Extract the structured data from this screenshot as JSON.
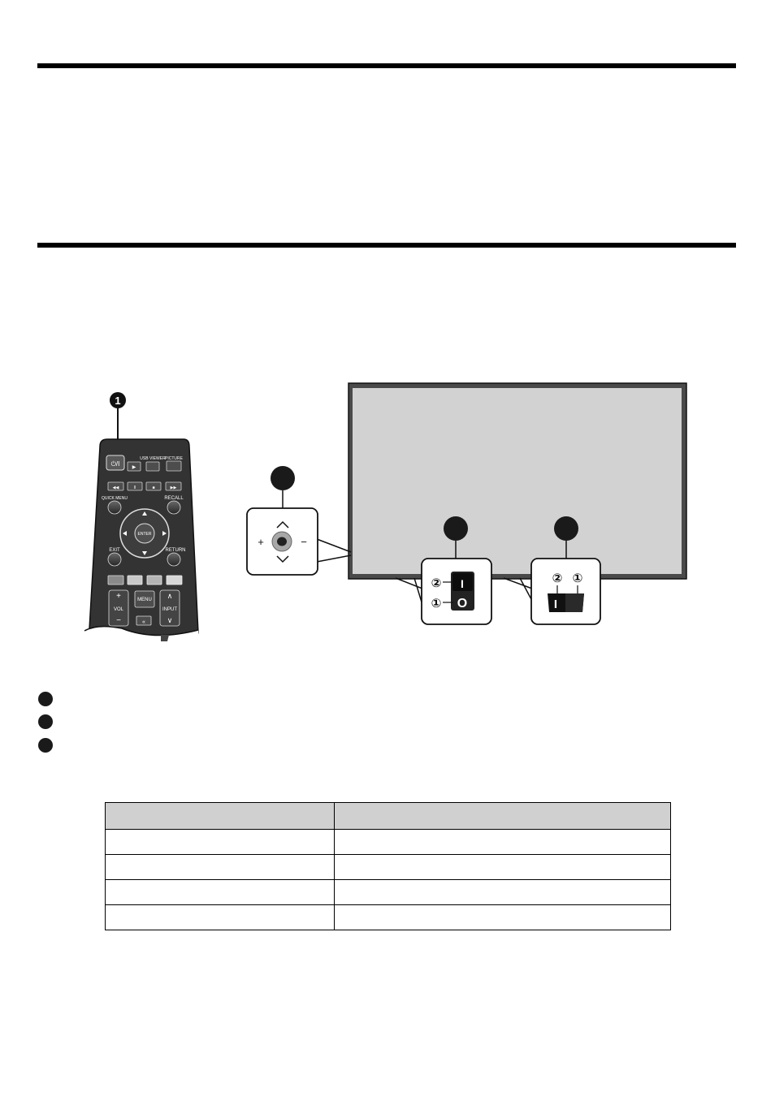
{
  "illustration": {
    "callout_badge": "1",
    "remote": {
      "power_label": "⏻/I",
      "usb_viewer_label": "USB VIEWER",
      "picture_label": "PICTURE",
      "quick_menu_label": "QUICK MENU",
      "recall_label": "RECALL",
      "enter_label": "ENTER",
      "exit_label": "EXIT",
      "return_label": "RETURN",
      "vol_label": "VOL",
      "menu_label": "MENU",
      "input_label": "INPUT",
      "plus_symbol": "+",
      "minus_symbol": "−",
      "up_symbol": "∧",
      "down_symbol": "∨",
      "rewind_symbol": "◀◀",
      "pause_symbol": "II",
      "stop_symbol": "■",
      "ff_symbol": "▶▶",
      "play_symbol": "▶",
      "back_symbol": "«"
    },
    "joystick_panel": {
      "plus_symbol": "+",
      "minus_symbol": "−"
    },
    "switch_vertical": {
      "mark_2": "②",
      "mark_1": "①",
      "on_symbol": "I",
      "off_symbol": "O"
    },
    "switch_horizontal": {
      "mark_2": "②",
      "mark_1": "①",
      "on_symbol": "I"
    }
  },
  "legend": {
    "items": [
      "",
      "",
      ""
    ]
  },
  "table": {
    "headers": [
      "",
      ""
    ],
    "rows": [
      [
        "",
        ""
      ],
      [
        "",
        ""
      ],
      [
        "",
        ""
      ],
      [
        "",
        ""
      ]
    ]
  }
}
